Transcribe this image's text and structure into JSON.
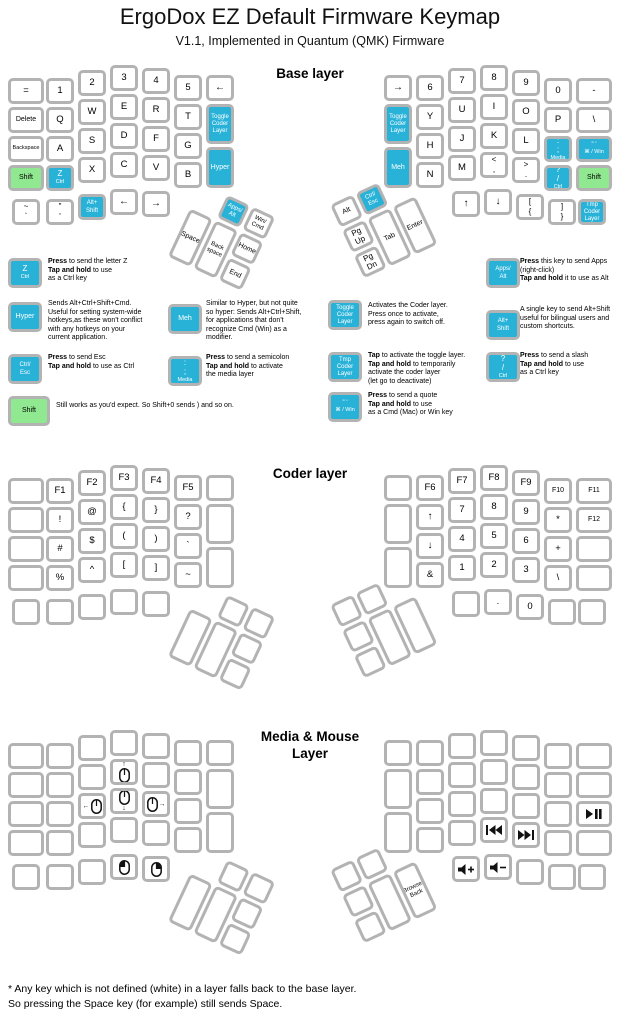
{
  "header": {
    "title": "ErgoDox EZ Default Firmware Keymap",
    "subtitle": "V1.1, Implemented in Quantum (QMK) Firmware"
  },
  "colors": {
    "key_blue": "#29b2d8",
    "key_green": "#90e890",
    "key_border": "#b3b3b3",
    "key_face": "#ffffff"
  },
  "layers": [
    {
      "title": "Base layer",
      "left": {
        "row1": [
          {
            "t": [
              "="
            ]
          },
          {
            "t": [
              "1"
            ]
          },
          {
            "t": [
              "2"
            ]
          },
          {
            "t": [
              "3"
            ]
          },
          {
            "t": [
              "4"
            ]
          },
          {
            "t": [
              "5"
            ]
          },
          {
            "t": [
              "←"
            ]
          }
        ],
        "row2": [
          {
            "t": [
              "Delete"
            ]
          },
          {
            "t": [
              "Q"
            ]
          },
          {
            "t": [
              "W"
            ]
          },
          {
            "t": [
              "E"
            ]
          },
          {
            "t": [
              "R"
            ]
          },
          {
            "t": [
              "T"
            ]
          }
        ],
        "row3": [
          {
            "t": [
              "Backspace"
            ]
          },
          {
            "t": [
              "A"
            ]
          },
          {
            "t": [
              "S"
            ]
          },
          {
            "t": [
              "D"
            ]
          },
          {
            "t": [
              "F"
            ]
          },
          {
            "t": [
              "G"
            ]
          }
        ],
        "row4": [
          {
            "t": [
              "Shift"
            ],
            "c": "green"
          },
          {
            "t": [
              "Z"
            ],
            "s": "Ctrl",
            "c": "blue"
          },
          {
            "t": [
              "X"
            ]
          },
          {
            "t": [
              "C"
            ]
          },
          {
            "t": [
              "V"
            ]
          },
          {
            "t": [
              "B"
            ]
          }
        ],
        "row5": [
          {
            "t": [
              "~",
              "`"
            ]
          },
          {
            "t": [
              "\"",
              "'"
            ]
          },
          {
            "t": [
              "Alt+",
              "Shift"
            ],
            "c": "blue"
          },
          {
            "t": [
              "←"
            ]
          },
          {
            "t": [
              "→"
            ]
          }
        ],
        "inner": [
          {
            "t": [
              "Toggle",
              "Coder",
              "Layer"
            ],
            "c": "blue"
          },
          {
            "t": [
              "Hyper"
            ],
            "c": "blue"
          }
        ],
        "thumb": [
          {
            "t": [
              "Apps/",
              "Alt"
            ],
            "c": "blue"
          },
          {
            "t": [
              "Win/",
              "Cmd"
            ]
          },
          {
            "t": [
              "Space"
            ]
          },
          {
            "t": [
              "Back",
              "space"
            ]
          },
          {
            "t": [
              "Home"
            ]
          },
          {
            "t": [
              "End"
            ]
          }
        ]
      },
      "right": {
        "row1": [
          {
            "t": [
              "→"
            ]
          },
          {
            "t": [
              "6"
            ]
          },
          {
            "t": [
              "7"
            ]
          },
          {
            "t": [
              "8"
            ]
          },
          {
            "t": [
              "9"
            ]
          },
          {
            "t": [
              "0"
            ]
          },
          {
            "t": [
              "-"
            ]
          }
        ],
        "row2": [
          {
            "t": [
              "Y"
            ]
          },
          {
            "t": [
              "U"
            ]
          },
          {
            "t": [
              "I"
            ]
          },
          {
            "t": [
              "O"
            ]
          },
          {
            "t": [
              "P"
            ]
          },
          {
            "t": [
              "\\"
            ]
          }
        ],
        "row3": [
          {
            "t": [
              "H"
            ]
          },
          {
            "t": [
              "J"
            ]
          },
          {
            "t": [
              "K"
            ]
          },
          {
            "t": [
              "L"
            ]
          },
          {
            "t": [
              ":",
              ";"
            ],
            "s": "Media",
            "c": "blue"
          },
          {
            "t": [
              "\" '"
            ],
            "s": "⌘ / Win",
            "c": "blue"
          }
        ],
        "row4": [
          {
            "t": [
              "N"
            ]
          },
          {
            "t": [
              "M"
            ]
          },
          {
            "t": [
              "<",
              ","
            ]
          },
          {
            "t": [
              ">",
              "."
            ]
          },
          {
            "t": [
              "?",
              "/"
            ],
            "s": "Ctrl",
            "c": "blue"
          },
          {
            "t": [
              "Shift"
            ],
            "c": "green"
          }
        ],
        "row5": [
          {
            "t": [
              "↑"
            ]
          },
          {
            "t": [
              "↓"
            ]
          },
          {
            "t": [
              "[",
              "{"
            ]
          },
          {
            "t": [
              "]",
              "}"
            ]
          },
          {
            "t": [
              "Tmp",
              "Coder",
              "Layer"
            ],
            "c": "blue"
          }
        ],
        "inner": [
          {
            "t": [
              "Toggle",
              "Coder",
              "Layer"
            ],
            "c": "blue"
          },
          {
            "t": [
              "Meh"
            ],
            "c": "blue"
          }
        ],
        "thumb": [
          {
            "t": [
              "Alt"
            ]
          },
          {
            "t": [
              "Ctrl/",
              "Esc"
            ],
            "c": "blue"
          },
          {
            "t": [
              "Pg",
              "Up"
            ]
          },
          {
            "t": [
              "Pg",
              "Dn"
            ]
          },
          {
            "t": [
              "Tab"
            ]
          },
          {
            "t": [
              "Enter"
            ]
          }
        ]
      }
    },
    {
      "title": "Coder layer",
      "left": {
        "row1": [
          {},
          {
            "t": [
              "F1"
            ]
          },
          {
            "t": [
              "F2"
            ]
          },
          {
            "t": [
              "F3"
            ]
          },
          {
            "t": [
              "F4"
            ]
          },
          {
            "t": [
              "F5"
            ]
          },
          {}
        ],
        "row2": [
          {},
          {
            "t": [
              "!"
            ]
          },
          {
            "t": [
              "@"
            ]
          },
          {
            "t": [
              "{"
            ]
          },
          {
            "t": [
              "}"
            ]
          },
          {
            "t": [
              "?"
            ]
          }
        ],
        "row3": [
          {},
          {
            "t": [
              "#"
            ]
          },
          {
            "t": [
              "$"
            ]
          },
          {
            "t": [
              "("
            ]
          },
          {
            "t": [
              ")"
            ]
          },
          {
            "t": [
              "`"
            ]
          }
        ],
        "row4": [
          {},
          {
            "t": [
              "%"
            ]
          },
          {
            "t": [
              "^"
            ]
          },
          {
            "t": [
              "["
            ]
          },
          {
            "t": [
              "]"
            ]
          },
          {
            "t": [
              "~"
            ]
          }
        ],
        "row5": [
          {},
          {},
          {},
          {},
          {}
        ],
        "inner": [
          {},
          {}
        ],
        "thumb": [
          {},
          {},
          {},
          {},
          {},
          {}
        ]
      },
      "right": {
        "row1": [
          {},
          {
            "t": [
              "F6"
            ]
          },
          {
            "t": [
              "F7"
            ]
          },
          {
            "t": [
              "F8"
            ]
          },
          {
            "t": [
              "F9"
            ]
          },
          {
            "t": [
              "F10"
            ]
          },
          {
            "t": [
              "F11"
            ]
          }
        ],
        "row2": [
          {
            "t": [
              "↑"
            ]
          },
          {
            "t": [
              "7"
            ]
          },
          {
            "t": [
              "8"
            ]
          },
          {
            "t": [
              "9"
            ]
          },
          {
            "t": [
              "*"
            ]
          },
          {
            "t": [
              "F12"
            ]
          }
        ],
        "row3": [
          {
            "t": [
              "↓"
            ]
          },
          {
            "t": [
              "4"
            ]
          },
          {
            "t": [
              "5"
            ]
          },
          {
            "t": [
              "6"
            ]
          },
          {
            "t": [
              "+"
            ]
          },
          {}
        ],
        "row4": [
          {
            "t": [
              "&"
            ]
          },
          {
            "t": [
              "1"
            ]
          },
          {
            "t": [
              "2"
            ]
          },
          {
            "t": [
              "3"
            ]
          },
          {
            "t": [
              "\\"
            ]
          },
          {}
        ],
        "row5": [
          {},
          {
            "t": [
              "."
            ]
          },
          {
            "t": [
              "0"
            ]
          },
          {},
          {}
        ],
        "inner": [
          {},
          {}
        ],
        "thumb": [
          {},
          {},
          {},
          {},
          {},
          {}
        ]
      }
    },
    {
      "title": "Media & Mouse\nLayer",
      "left": {
        "row1": [
          {},
          {},
          {},
          {},
          {},
          {},
          {}
        ],
        "row2": [
          {},
          {},
          {},
          {
            "icon": "mouse-up"
          },
          {},
          {}
        ],
        "row3": [
          {},
          {},
          {
            "icon": "mouse-left"
          },
          {
            "icon": "mouse-down"
          },
          {
            "icon": "mouse-right"
          },
          {}
        ],
        "row4": [
          {},
          {},
          {},
          {},
          {},
          {}
        ],
        "row5": [
          {},
          {},
          {},
          {
            "icon": "mouse-btn-left"
          },
          {
            "icon": "mouse-btn-right"
          }
        ],
        "inner": [
          {},
          {}
        ],
        "thumb": [
          {},
          {},
          {},
          {},
          {},
          {}
        ]
      },
      "right": {
        "row1": [
          {},
          {},
          {},
          {},
          {},
          {},
          {}
        ],
        "row2": [
          {},
          {},
          {},
          {},
          {},
          {}
        ],
        "row3": [
          {},
          {},
          {},
          {},
          {},
          {
            "icon": "play-pause"
          }
        ],
        "row4": [
          {},
          {},
          {
            "icon": "prev-track"
          },
          {
            "icon": "next-track"
          },
          {},
          {}
        ],
        "row5": [
          {
            "icon": "vol-up"
          },
          {
            "icon": "vol-down"
          },
          {},
          {},
          {}
        ],
        "inner": [
          {},
          {}
        ],
        "thumb": [
          {},
          {},
          {},
          {},
          {},
          {
            "t": [
              "Browser",
              "Back"
            ]
          }
        ]
      }
    }
  ],
  "legend": [
    {
      "key": {
        "t": [
          "Z"
        ],
        "s": "Ctrl",
        "c": "blue"
      },
      "text": "**Press** to send the letter Z\n**Tap and hold** to use\nas a Ctrl key"
    },
    {
      "key": {
        "t": [
          "Apps/",
          "Alt"
        ],
        "c": "blue"
      },
      "text": "**Press** this key to send Apps\n(right-click)\n**Tap and hold** it to use as Alt"
    },
    {
      "key": {
        "t": [
          "Hyper"
        ],
        "c": "blue"
      },
      "text": "Sends Alt+Ctrl+Shift+Cmd.\nUseful for setting system-wide\nhotkeys,as these won't conflict\nwith any hotkeys on your\ncurrent application."
    },
    {
      "key": {
        "t": [
          "Meh"
        ],
        "c": "blue"
      },
      "text": "Similar to Hyper, but not quite\nso hyper: Sends Alt+Ctrl+Shift,\nfor applications that don't\nrecognize Cmd (Win) as a\nmodifier."
    },
    {
      "key": {
        "t": [
          "Toggle",
          "Coder",
          "Layer"
        ],
        "c": "blue"
      },
      "text": "Activates the Coder layer.\nPress once to activate,\npress again to switch off."
    },
    {
      "key": {
        "t": [
          "Alt+",
          "Shift"
        ],
        "c": "blue"
      },
      "text": "A single key to send Alt+Shift\nuseful for bilingual users and\ncustom shortcuts."
    },
    {
      "key": {
        "t": [
          "Ctrl/",
          "Esc"
        ],
        "c": "blue"
      },
      "text": "**Press** to send Esc\n**Tap and hold** to use as Ctrl"
    },
    {
      "key": {
        "t": [
          ":",
          ";"
        ],
        "s": "Media",
        "c": "blue"
      },
      "text": "**Press** to send a semicolon\n**Tap and hold** to activate\nthe media layer"
    },
    {
      "key": {
        "t": [
          "Tmp",
          "Coder",
          "Layer"
        ],
        "c": "blue"
      },
      "text": "**Tap** to activate the toggle layer.\n**Tap and hold** to temporarily\nactivate the coder layer\n(let go to deactivate)"
    },
    {
      "key": {
        "t": [
          "?",
          "/"
        ],
        "s": "Ctrl",
        "c": "blue"
      },
      "text": "**Press** to send a slash\n**Tap and hold** to use\nas a Ctrl key"
    },
    {
      "key": {
        "t": [
          "Shift"
        ],
        "c": "green"
      },
      "text": "Still works as you'd expect. So Shift+0 sends ) and so on."
    },
    {
      "key": {
        "t": [
          "\" '"
        ],
        "s": "⌘ / Win",
        "c": "blue"
      },
      "text": "**Press** to send a quote\n**Tap and hold** to use\nas a Cmd (Mac) or Win key"
    }
  ],
  "footnote": {
    "line1": "* Any key which is not defined (white) in a layer falls back to the base layer.",
    "line2": "So pressing the Space key (for example) still sends Space."
  }
}
